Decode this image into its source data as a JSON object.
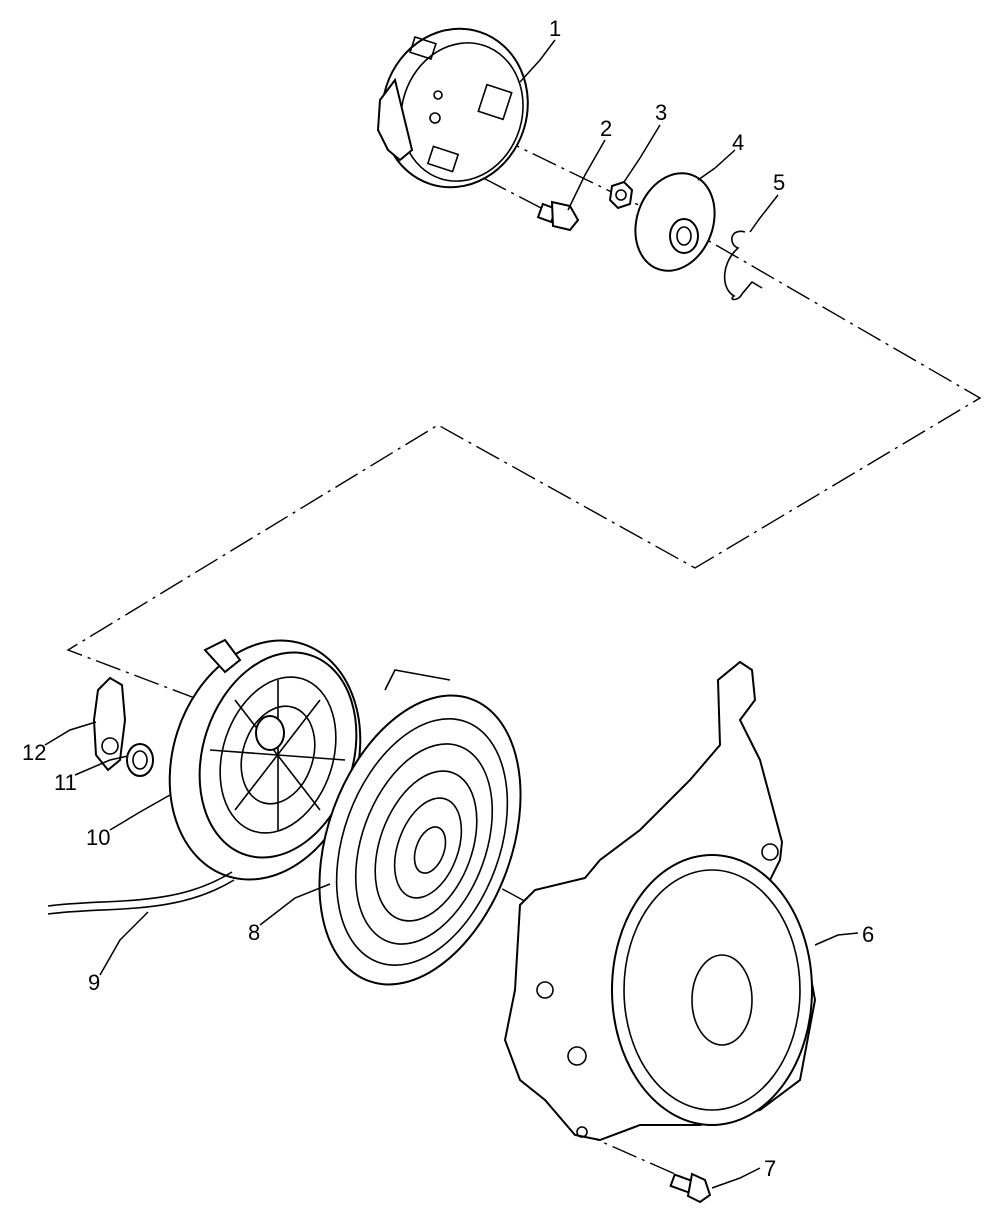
{
  "callouts": [
    "1",
    "2",
    "3",
    "4",
    "5",
    "6",
    "7",
    "8",
    "9",
    "10",
    "11",
    "12"
  ],
  "colors": {
    "line": "#000000",
    "background": "#ffffff"
  }
}
